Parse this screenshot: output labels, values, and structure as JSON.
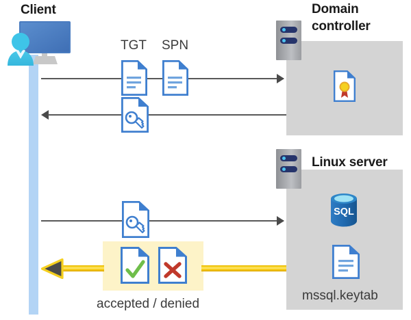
{
  "diagram": {
    "title_client": "Client",
    "title_domain_controller_line1": "Domain",
    "title_domain_controller_line2": "controller",
    "title_linux_server": "Linux server",
    "label_tgt": "TGT",
    "label_spn": "SPN",
    "label_keytab": "mssql.keytab",
    "label_result": "accepted / denied"
  },
  "icons": {
    "client": "user-at-monitor-icon",
    "rack_dc": "server-rack-icon",
    "rack_linux": "server-rack-icon",
    "tgt_doc": "document-icon",
    "spn_doc": "document-icon",
    "ticket_doc": "document-with-key-icon",
    "service_ticket_doc": "document-with-key-icon",
    "certificate": "certificate-document-icon",
    "sql_db": "sql-database-icon",
    "keytab_doc": "document-icon",
    "accepted_doc": "document-with-checkmark-icon",
    "denied_doc": "document-with-x-icon"
  },
  "colors": {
    "lifeline": "#b3d4f5",
    "panel": "#d4d4d4",
    "highlight": "#fdf3c8",
    "arrow_gray": "#4a4a4a",
    "arrow_yellow": "#f5cf1e",
    "doc_blue": "#3f7fcf",
    "accent_green": "#6fbe4a",
    "accent_red": "#c0392b",
    "sql_blue": "#1f6fb5",
    "cert_gold": "#f5c518",
    "cert_red": "#c0392b",
    "text_dark": "#1a1a1a",
    "text_gray": "#3b3b3b"
  },
  "flows": [
    {
      "name": "client-to-dc-request",
      "direction": "right",
      "from": "client",
      "to": "domain-controller",
      "payload": [
        "TGT",
        "SPN"
      ]
    },
    {
      "name": "dc-to-client-ticket",
      "direction": "left",
      "from": "domain-controller",
      "to": "client",
      "payload": [
        "ticket"
      ]
    },
    {
      "name": "client-to-linux-ticket",
      "direction": "right",
      "from": "client",
      "to": "linux-server",
      "payload": [
        "service-ticket"
      ]
    },
    {
      "name": "linux-to-client-result",
      "direction": "left",
      "from": "linux-server",
      "to": "client",
      "payload": [
        "accepted / denied"
      ]
    }
  ]
}
